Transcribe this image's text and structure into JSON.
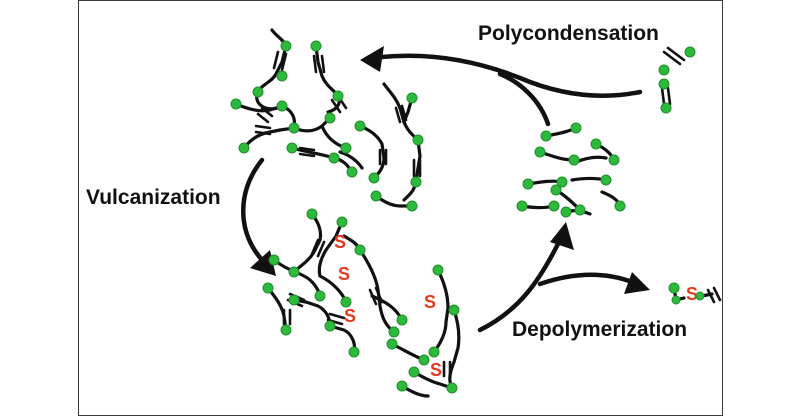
{
  "labels": {
    "polycondensation": "Polycondensation",
    "vulcanization": "Vulcanization",
    "depolymerization": "Depolymerization",
    "sulfur": "S"
  },
  "colors": {
    "end_group": "#2dba3c",
    "end_group_stroke": "#1f8f2b",
    "sulfur": "#e53a1f",
    "line": "#111111"
  }
}
